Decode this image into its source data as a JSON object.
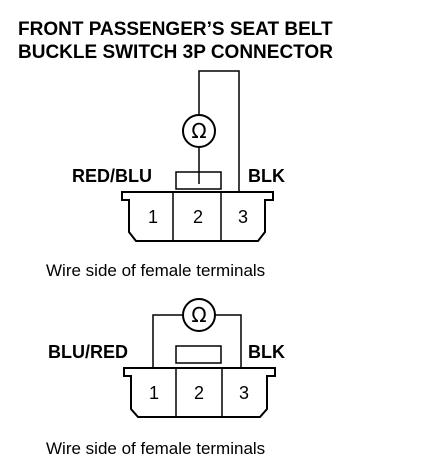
{
  "title": {
    "line1": "FRONT PASSENGER’S SEAT BELT",
    "line2": "BUCKLE SWITCH 3P CONNECTOR"
  },
  "meter_symbol": "Ω",
  "diagrams": [
    {
      "left_wire_label": "RED/BLU",
      "right_wire_label": "BLK",
      "terminals": [
        "1",
        "2",
        "3"
      ],
      "caption": "Wire side of female terminals"
    },
    {
      "left_wire_label": "BLU/RED",
      "right_wire_label": "BLK",
      "terminals": [
        "1",
        "2",
        "3"
      ],
      "caption": "Wire side of female terminals"
    }
  ]
}
